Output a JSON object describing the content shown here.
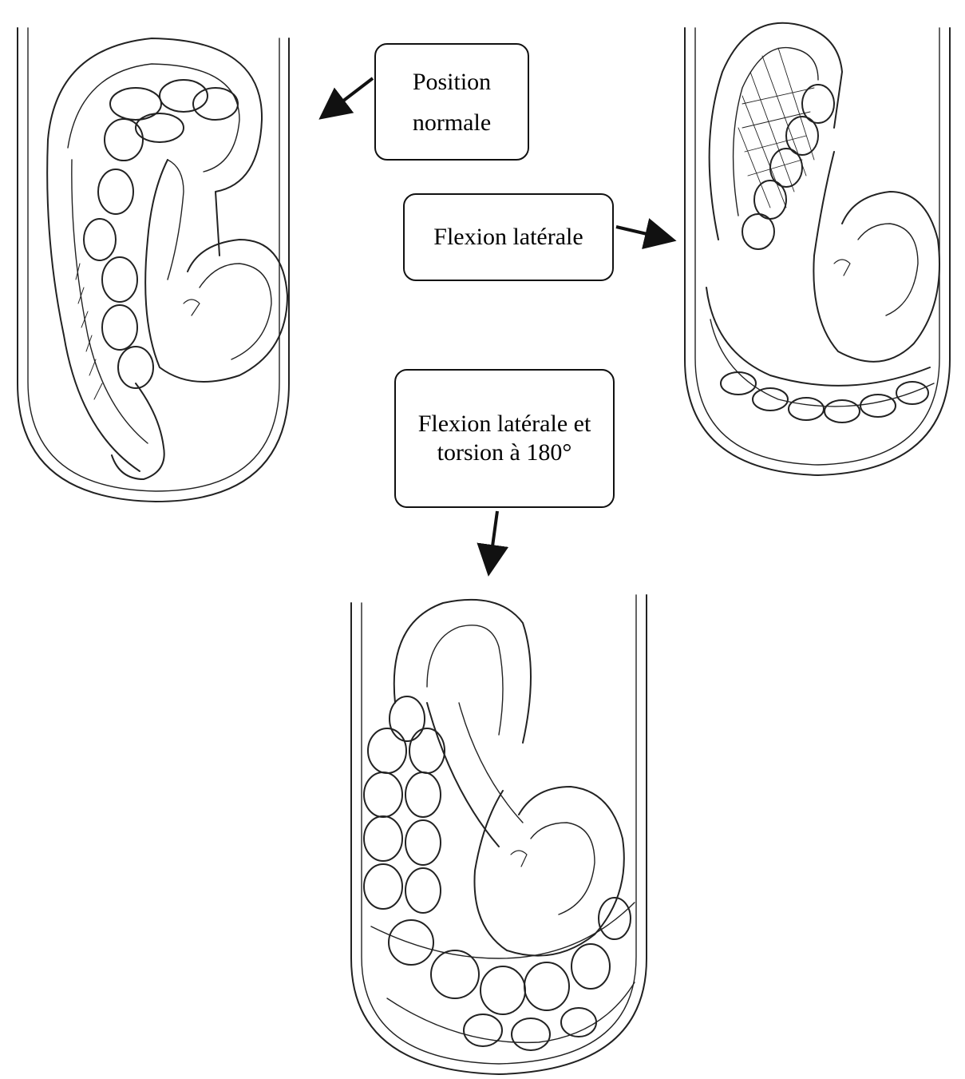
{
  "labels": {
    "normal": "Position normale",
    "lateral_flexion": "Flexion latérale",
    "torsion": "Flexion latérale et torsion à 180°"
  },
  "colors": {
    "line": "#222222",
    "background": "#ffffff",
    "box_border": "#111111"
  }
}
